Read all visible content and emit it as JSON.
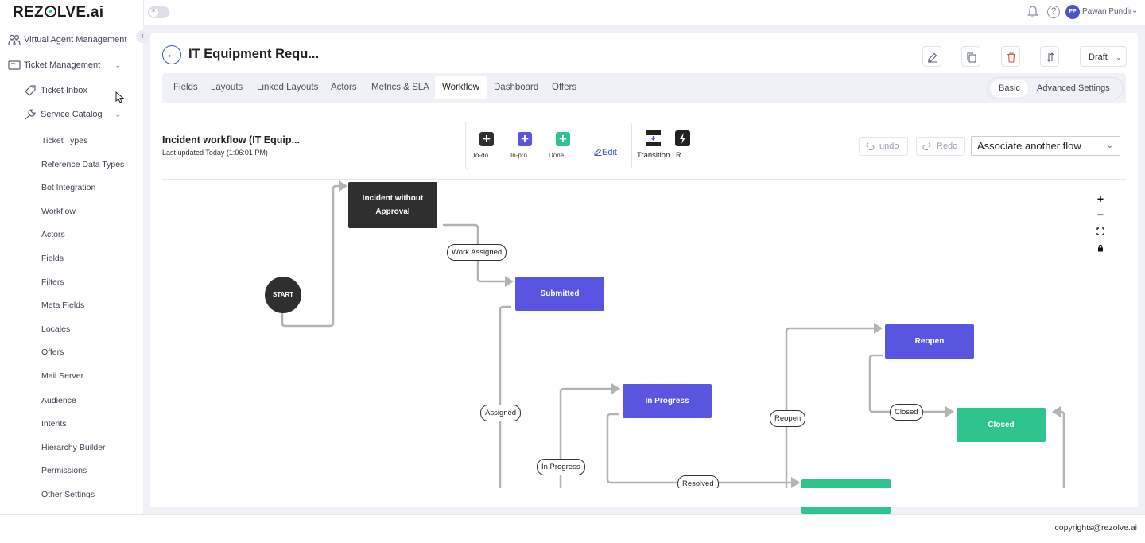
{
  "app": {
    "logo_text_pre": "REZ",
    "logo_text_post": "LVE.ai",
    "user_initials": "PP",
    "user_name": "Pawan Pundir"
  },
  "sidebar": {
    "virtual_agent": "Virtual Agent Management",
    "ticket_management": "Ticket Management",
    "ticket_inbox": "Ticket Inbox",
    "service_catalog": "Service Catalog",
    "items": [
      "Ticket Types",
      "Reference Data Types",
      "Bot Integration",
      "Workflow",
      "Actors",
      "Fields",
      "Filters",
      "Meta Fields",
      "Locales",
      "Offers",
      "Mail Server",
      "Audience",
      "Intents",
      "Hierarchy Builder",
      "Permissions",
      "Other Settings"
    ]
  },
  "header": {
    "title": "IT Equipment Requ...",
    "status": "Draft"
  },
  "tabs": [
    "Fields",
    "Layouts",
    "Linked Layouts",
    "Actors",
    "Metrics & SLA",
    "Workflow",
    "Dashboard",
    "Offers"
  ],
  "active_tab": "Workflow",
  "settings_toggle": {
    "basic": "Basic",
    "advanced": "Advanced Settings",
    "active": "Basic"
  },
  "workflow": {
    "title": "Incident workflow (IT Equip...",
    "updated": "Last updated Today (1:06:01 PM)",
    "palette": {
      "todo": "To-do ...",
      "in_progress": "In-pro...",
      "done": "Done ...",
      "edit": "Edit",
      "transition": "Transition",
      "rule": "R..."
    },
    "undo": "undo",
    "redo": "Redo",
    "associate": "Associate another flow",
    "zoom_in": "+",
    "zoom_out": "−"
  },
  "canvas": {
    "start": "START",
    "nodes": {
      "incident_without_approval": "Incident without Approval",
      "submitted": "Submitted",
      "in_progress": "In Progress",
      "reopen": "Reopen",
      "closed": "Closed"
    },
    "edges": {
      "work_assigned": "Work Assigned",
      "assigned": "Assigned",
      "in_progress": "In Progress",
      "resolved": "Resolved",
      "reopen": "Reopen",
      "closed": "Closed"
    }
  },
  "footer": {
    "copyright": "copyrights@rezolve.ai"
  },
  "colors": {
    "accent": "#3f51d6",
    "node_blue": "#5a55e0",
    "node_green": "#2fc38d",
    "node_dark": "#2f2f2f"
  }
}
